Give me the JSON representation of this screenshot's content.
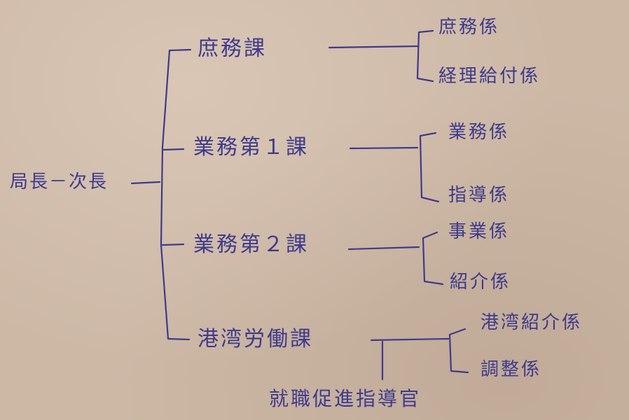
{
  "root": "局長－次長",
  "divisions": [
    {
      "name": "庶務課",
      "sections": [
        "庶務係",
        "経理給付係"
      ]
    },
    {
      "name": "業務第１課",
      "sections": [
        "業務係",
        "指導係"
      ]
    },
    {
      "name": "業務第２課",
      "sections": [
        "事業係",
        "紹介係"
      ]
    },
    {
      "name": "港湾労働課",
      "sections": [
        "港湾紹介係",
        "調整係"
      ]
    }
  ],
  "attached_officer": "就職促進指導官",
  "colors": {
    "ink": "#3e3a8c",
    "paper": "#cdb8a6"
  }
}
